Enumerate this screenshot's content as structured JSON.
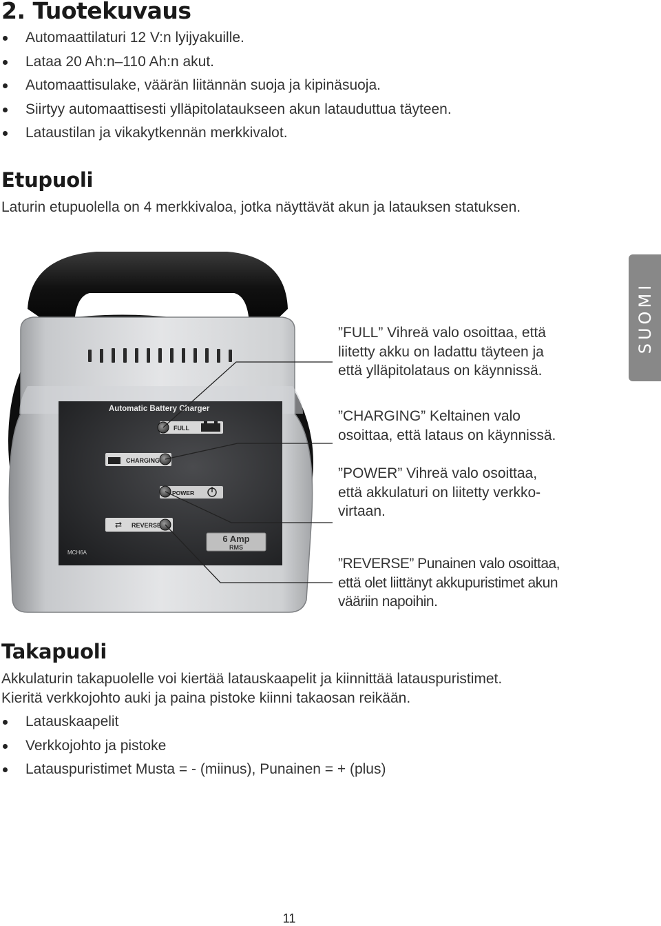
{
  "heading": "2. Tuotekuvaus",
  "features": [
    "Automaattilaturi 12 V:n lyijyakuille.",
    "Lataa 20 Ah:n–110 Ah:n akut.",
    "Automaattisulake, väärän liitännän suoja ja kipinäsuoja.",
    "Siirtyy automaattisesti ylläpitolataukseen akun latauduttua täyteen.",
    "Lataustilan ja vikakytkennän merkkivalot."
  ],
  "front": {
    "title": "Etupuoli",
    "text": "Laturin etupuolella on 4 merkkivaloa, jotka näyttävät akun ja latauksen statuksen."
  },
  "device": {
    "panel_title": "Automatic Battery Charger",
    "full": "FULL",
    "charging": "CHARGING",
    "power": "POWER",
    "reverse": "REVERSE",
    "amp": "6 Amp",
    "rms": "RMS",
    "model": "MCH6A"
  },
  "callouts": {
    "full": [
      "”FULL” Vihreä valo osoittaa, että",
      "liitetty akku on ladattu täyteen ja",
      "että ylläpitolataus on käynnissä."
    ],
    "charging": [
      "”CHARGING” Keltainen valo",
      "osoittaa, että lataus on käynnissä."
    ],
    "power": [
      "”POWER” Vihreä valo osoittaa,",
      "että akkulaturi on liitetty verkko-",
      "virtaan."
    ],
    "reverse": [
      "”REVERSE” Punainen valo osoittaa,",
      "että olet liittänyt akkupuristimet akun",
      "vääriin napoihin."
    ]
  },
  "side_tab": "SUOMI",
  "back": {
    "title": "Takapuoli",
    "text": [
      "Akkulaturin takapuolelle voi kiertää latauskaapelit ja kiinnittää latauspuristimet.",
      "Kieritä verkkojohto auki ja paina pistoke kiinni takaosan reikään."
    ],
    "items": [
      "Latauskaapelit",
      "Verkkojohto ja pistoke",
      "Latauspuristimet Musta = - (miinus), Punainen = + (plus)"
    ]
  },
  "page_number": "11"
}
